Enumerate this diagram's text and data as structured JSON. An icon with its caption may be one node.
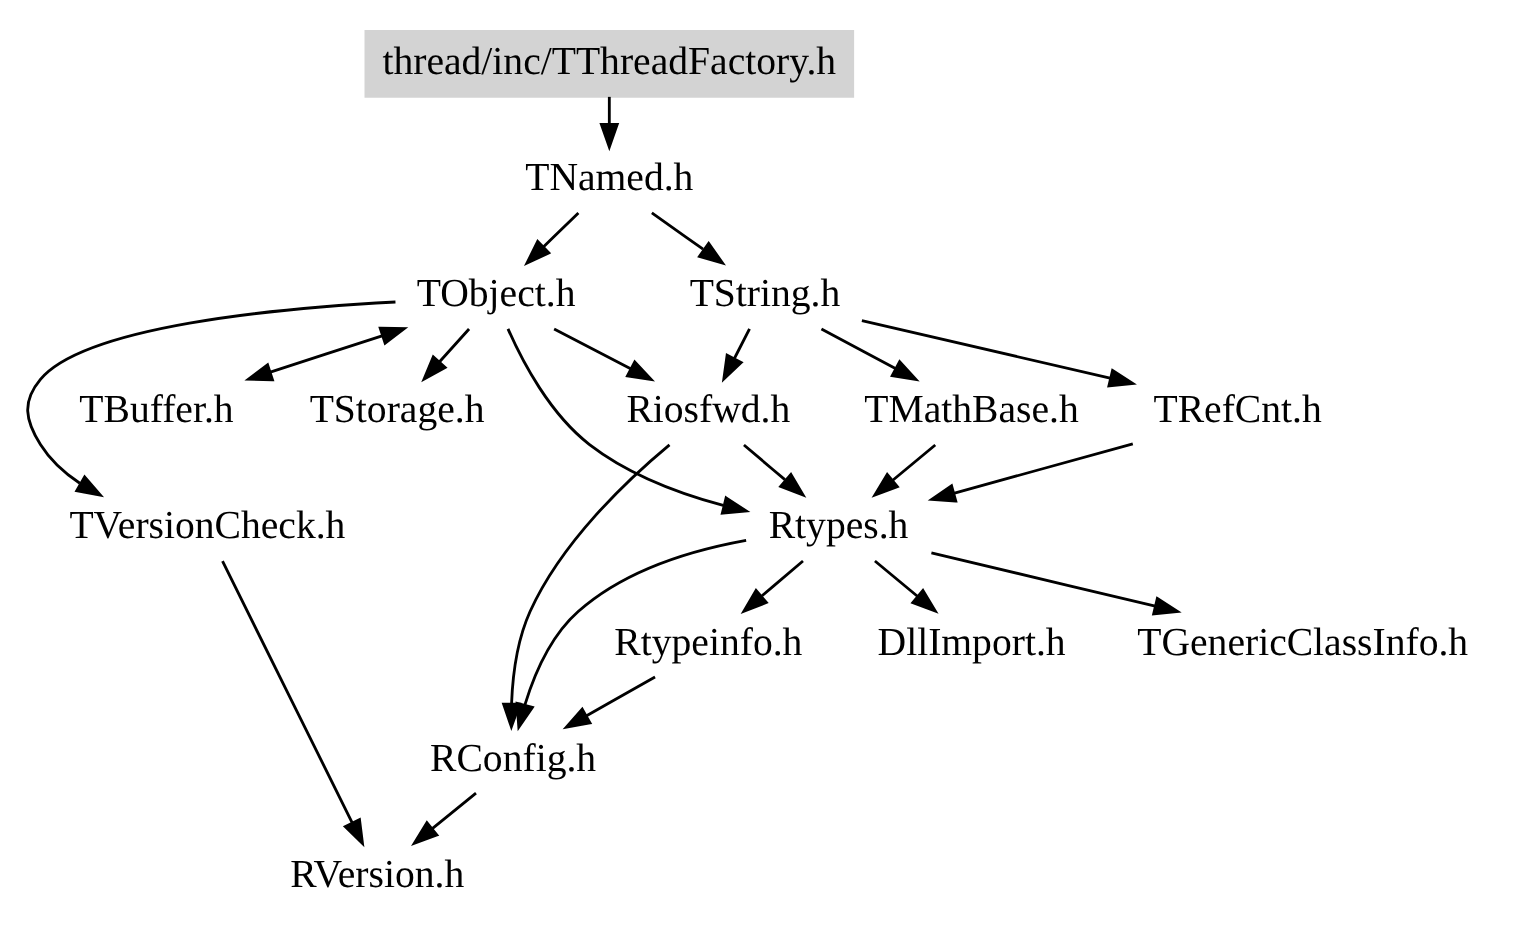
{
  "diagram": {
    "nodes": [
      {
        "text": [
          "thread/inc/TThreadFactory.h"
        ]
      },
      {
        "text": [
          "TNamed.h"
        ]
      },
      {
        "text": [
          "TObject.h"
        ]
      },
      {
        "text": [
          "TString.h"
        ]
      },
      {
        "text": [
          "TBuffer.h"
        ]
      },
      {
        "text": [
          "TStorage.h"
        ]
      },
      {
        "text": [
          "Riosfwd.h"
        ]
      },
      {
        "text": [
          "TRefCnt.h"
        ]
      },
      {
        "text": [
          "TMathBase.h"
        ]
      },
      {
        "text": [
          "TVersionCheck.h"
        ]
      },
      {
        "text": [
          "Rtypes.h"
        ]
      },
      {
        "text": [
          "DllImport.h"
        ]
      },
      {
        "text": [
          "TGenericClassInfo.h"
        ]
      },
      {
        "text": [
          "Rtypeinfo.h"
        ]
      },
      {
        "text": [
          "RConfig.h"
        ]
      },
      {
        "text": [
          "RVersion.h"
        ]
      }
    ],
    "edges": [
      {
        "from": 0,
        "to": 1,
        "arrow": "to"
      },
      {
        "from": 1,
        "to": 2,
        "arrow": "to"
      },
      {
        "from": 1,
        "to": 3,
        "arrow": "to"
      },
      {
        "from": 2,
        "to": 9,
        "arrow": "to"
      },
      {
        "from": 2,
        "to": 4,
        "arrow": "both"
      },
      {
        "from": 2,
        "to": 5,
        "arrow": "to"
      },
      {
        "from": 2,
        "to": 6,
        "arrow": "to"
      },
      {
        "from": 2,
        "to": 10,
        "arrow": "to"
      },
      {
        "from": 3,
        "to": 6,
        "arrow": "to"
      },
      {
        "from": 3,
        "to": 7,
        "arrow": "to"
      },
      {
        "from": 3,
        "to": 8,
        "arrow": "to"
      },
      {
        "from": 6,
        "to": 10,
        "arrow": "to"
      },
      {
        "from": 6,
        "to": 14,
        "arrow": "to"
      },
      {
        "from": 7,
        "to": 10,
        "arrow": "to"
      },
      {
        "from": 8,
        "to": 10,
        "arrow": "to"
      },
      {
        "from": 10,
        "to": 11,
        "arrow": "to"
      },
      {
        "from": 10,
        "to": 12,
        "arrow": "to"
      },
      {
        "from": 10,
        "to": 13,
        "arrow": "to"
      },
      {
        "from": 10,
        "to": 14,
        "arrow": "to"
      },
      {
        "from": 13,
        "to": 14,
        "arrow": "to"
      },
      {
        "from": 9,
        "to": 15,
        "arrow": "to"
      },
      {
        "from": 14,
        "to": 15,
        "arrow": "to"
      }
    ]
  }
}
